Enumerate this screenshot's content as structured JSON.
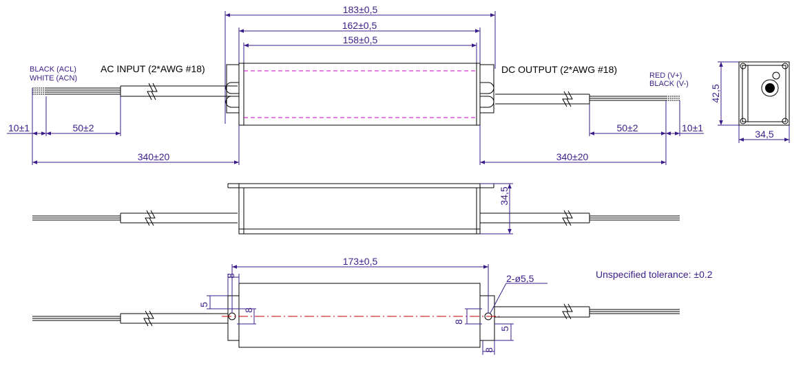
{
  "top_view": {
    "ac_input": "AC  INPUT (2*AWG #18)",
    "dc_output": "DC  OUTPUT (2*AWG #18)",
    "ac_wire_1": "BLACK (ACL)",
    "ac_wire_2": "WHITE (ACN)",
    "dc_wire_1": "RED (V+)",
    "dc_wire_2": "BLACK (V-)",
    "dim_overall": "183±0,5",
    "dim_body": "162±0,5",
    "dim_inner": "158±0,5",
    "dim_left_strip": "10±1",
    "dim_left_wire": "50±2",
    "dim_left_cable": "340±20",
    "dim_right_wire": "50±2",
    "dim_right_strip": "10±1",
    "dim_right_cable": "340±20"
  },
  "end_view": {
    "height": "42,5",
    "width": "34,5"
  },
  "side_view": {
    "height": "34,5"
  },
  "bottom_view": {
    "dim_holes": "173±0,5",
    "dim_top_8": "8",
    "dim_left_5": "5",
    "dim_left_8": "8",
    "dim_right_8": "8",
    "dim_right_5": "5",
    "dim_bottom_8": "8",
    "holes": "2-ø5,5"
  },
  "note": "Unspecified tolerance: ±0.2"
}
